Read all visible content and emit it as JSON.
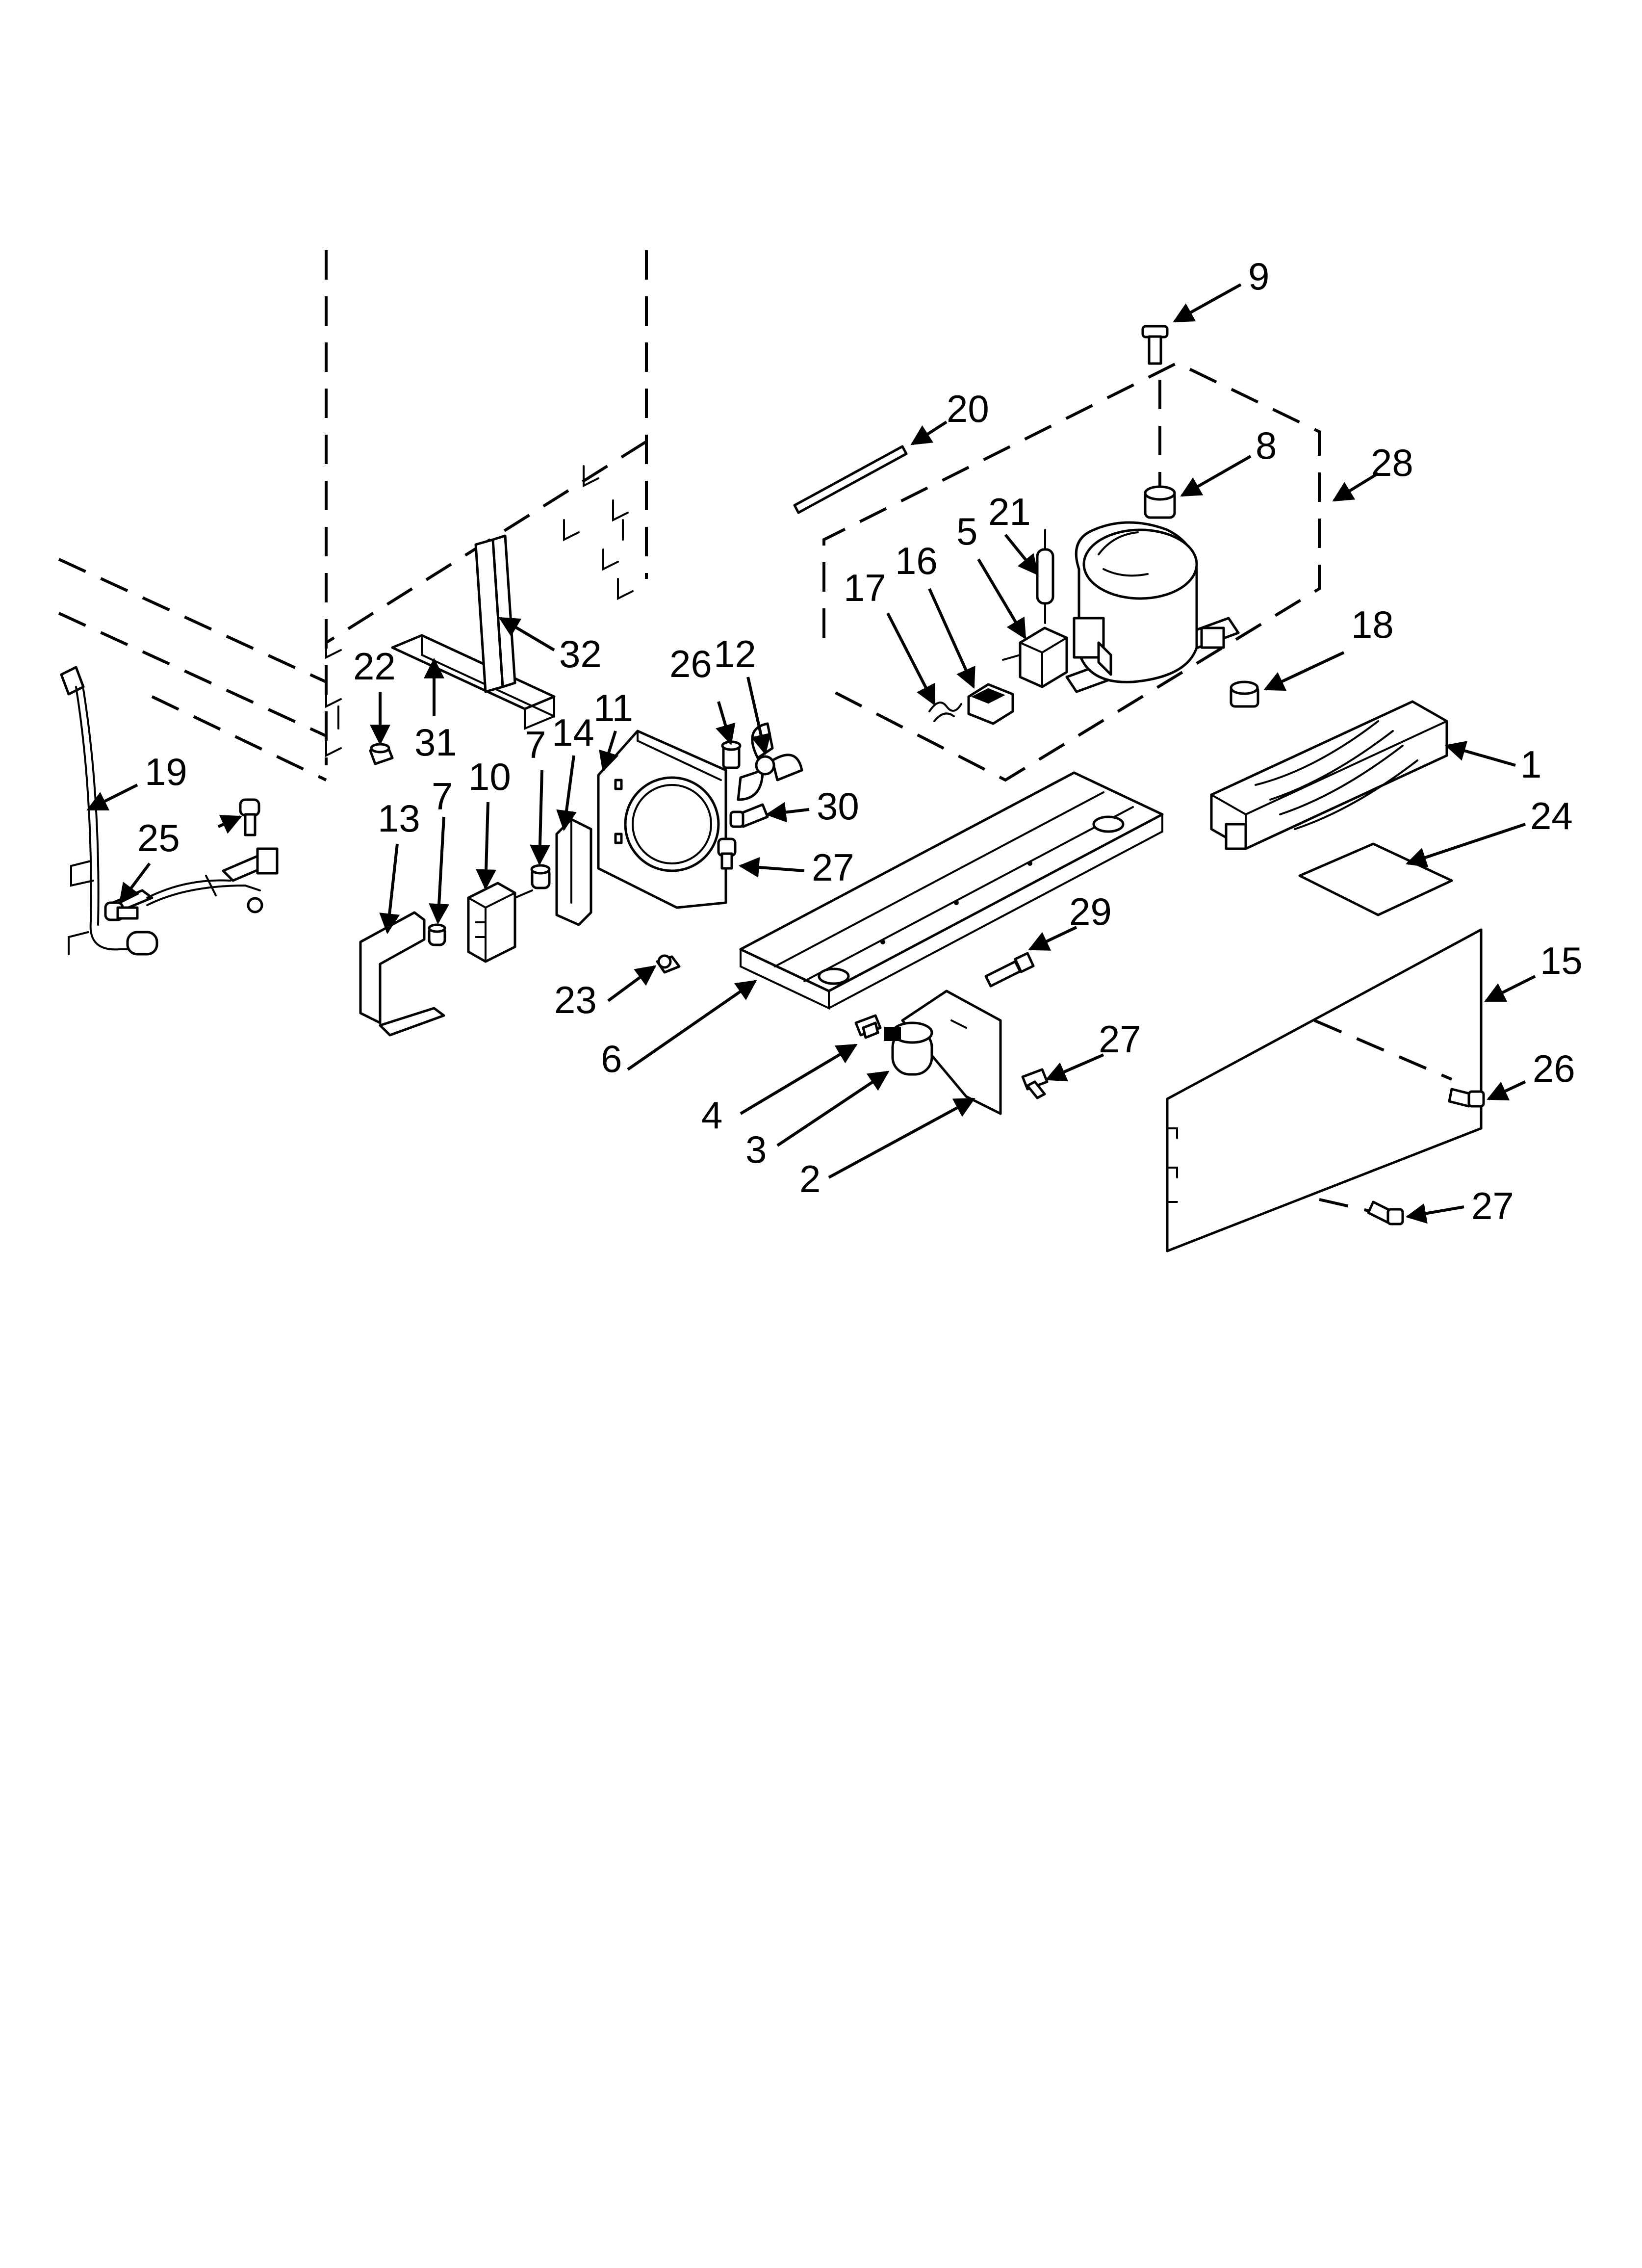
{
  "callouts": [
    {
      "id": "c1",
      "label": "1"
    },
    {
      "id": "c2",
      "label": "2"
    },
    {
      "id": "c3",
      "label": "3"
    },
    {
      "id": "c4",
      "label": "4"
    },
    {
      "id": "c5",
      "label": "5"
    },
    {
      "id": "c6",
      "label": "6"
    },
    {
      "id": "c7a",
      "label": "7"
    },
    {
      "id": "c7b",
      "label": "7"
    },
    {
      "id": "c8",
      "label": "8"
    },
    {
      "id": "c9",
      "label": "9"
    },
    {
      "id": "c10",
      "label": "10"
    },
    {
      "id": "c11",
      "label": "11"
    },
    {
      "id": "c12",
      "label": "12"
    },
    {
      "id": "c13",
      "label": "13"
    },
    {
      "id": "c14",
      "label": "14"
    },
    {
      "id": "c15",
      "label": "15"
    },
    {
      "id": "c16",
      "label": "16"
    },
    {
      "id": "c17",
      "label": "17"
    },
    {
      "id": "c18",
      "label": "18"
    },
    {
      "id": "c19",
      "label": "19"
    },
    {
      "id": "c20",
      "label": "20"
    },
    {
      "id": "c21",
      "label": "21"
    },
    {
      "id": "c22",
      "label": "22"
    },
    {
      "id": "c23",
      "label": "23"
    },
    {
      "id": "c24",
      "label": "24"
    },
    {
      "id": "c25",
      "label": "25"
    },
    {
      "id": "c26a",
      "label": "26"
    },
    {
      "id": "c26b",
      "label": "26"
    },
    {
      "id": "c27a",
      "label": "27"
    },
    {
      "id": "c27b",
      "label": "27"
    },
    {
      "id": "c27c",
      "label": "27"
    },
    {
      "id": "c28",
      "label": "28"
    },
    {
      "id": "c29",
      "label": "29"
    },
    {
      "id": "c30",
      "label": "30"
    },
    {
      "id": "c31",
      "label": "31"
    },
    {
      "id": "c32",
      "label": "32"
    }
  ]
}
